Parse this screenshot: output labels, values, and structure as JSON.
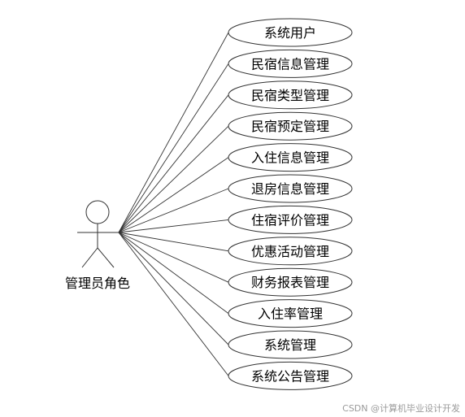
{
  "actor": {
    "label": "管理员角色"
  },
  "use_cases": [
    "系统用户",
    "民宿信息管理",
    "民宿类型管理",
    "民宿预定管理",
    "入住信息管理",
    "退房信息管理",
    "住宿评价管理",
    "优惠活动管理",
    "财务报表管理",
    "入住率管理",
    "系统管理",
    "系统公告管理"
  ],
  "watermark": "CSDN @计算机毕业设计开发",
  "colors": {
    "stroke": "#333333",
    "fill": "#ffffff",
    "text": "#000000"
  }
}
